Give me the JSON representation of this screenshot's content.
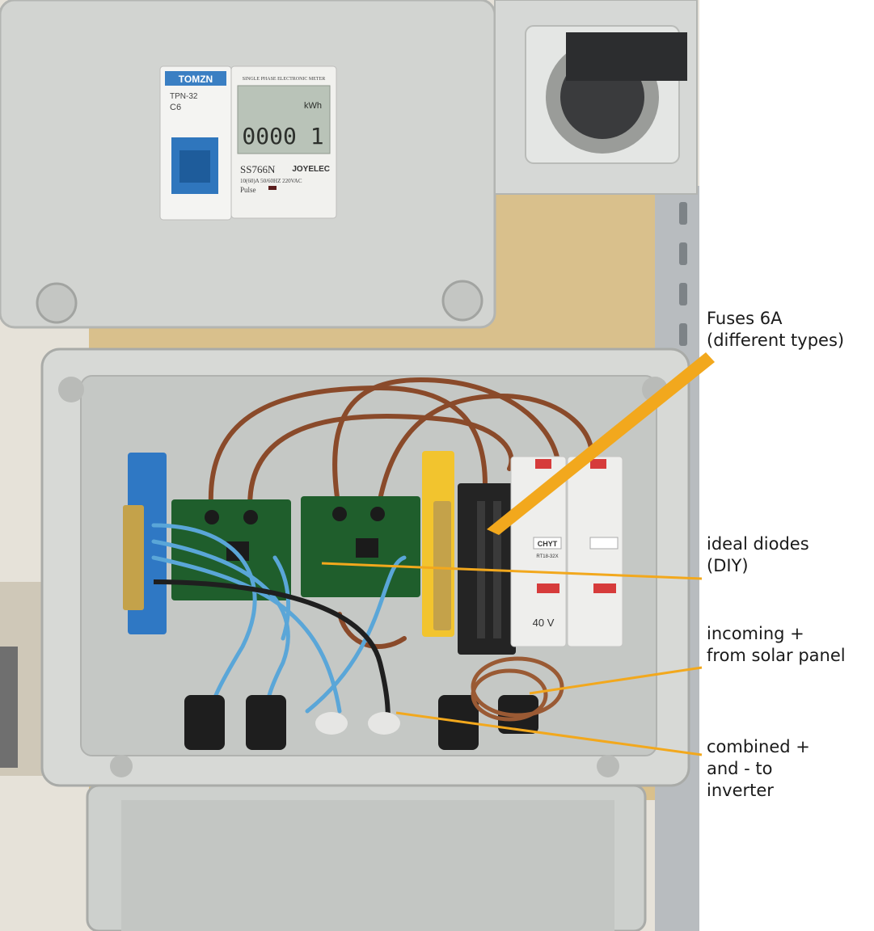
{
  "colors": {
    "accent": "#f2a81d",
    "enclosure": "#c9ccc8",
    "pcb": "#1f5e2c",
    "wire_blue": "#5aa6d8",
    "wire_brown": "#8a4a2a",
    "wood": "#d9c08c"
  },
  "labels": {
    "fuses": "Fuses 6A\n(different types)",
    "diodes": "ideal diodes\n(DIY)",
    "incoming": "incoming +\nfrom solar panel",
    "combined": "combined +\nand - to\ninverter"
  },
  "device": {
    "breaker_brand": "TOMZN",
    "breaker_model": "TPN-32",
    "breaker_rating": "C6",
    "meter_title": "SINGLE PHASE ELECTRONIC METER",
    "meter_model": "SS766N",
    "meter_brand": "JOYELEC",
    "meter_reading": "0000 1",
    "meter_unit": "kWh",
    "meter_spec": "10(60)A 50/60HZ 220VAC",
    "meter_pulse": "Pulse",
    "fuse_brand": "CHYT",
    "fuse_model": "RT18-32X",
    "fuse_voltage": "40 V"
  }
}
